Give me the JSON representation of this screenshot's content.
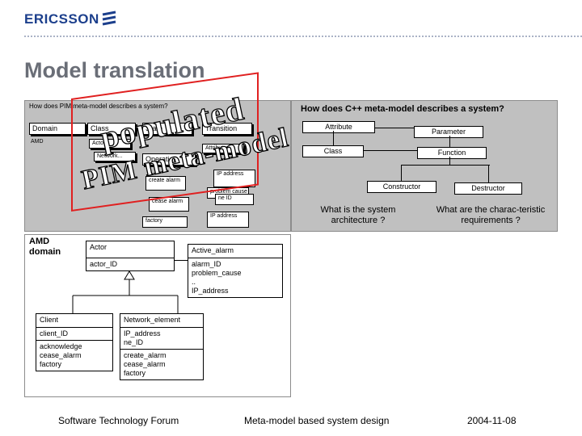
{
  "header": {
    "brand": "ERICSSON",
    "title": "Model translation"
  },
  "pim_panel": {
    "question": "How does PIM meta-model describes a system?",
    "columns": [
      "Domain",
      "Class",
      "State",
      "Transition"
    ],
    "domain_value": "AMD",
    "class_items": [
      "Actor",
      "Network..."
    ],
    "transition_items": [
      "Attribute",
      "Operation"
    ],
    "operation_items": [
      "create alarm",
      "cease alarm",
      "factory"
    ],
    "attribute_items": [
      "IP address",
      "problem cause",
      "ne ID",
      "IP address"
    ],
    "overlay": [
      "populated",
      "PIM meta-model"
    ]
  },
  "cpp_panel": {
    "question": "How does C++ meta-model describes a system?",
    "nodes": [
      "Attribute",
      "Parameter",
      "Class",
      "Function",
      "Constructor",
      "Destructor"
    ],
    "q1": "What is the system architecture ?",
    "q2": "What are the charac-teristic requirements ?"
  },
  "amd_panel": {
    "label": "AMD domain",
    "actor": {
      "name": "Actor",
      "attrs": "actor_ID"
    },
    "active_alarm": {
      "name": "Active_alarm",
      "attrs": "alarm_ID\nproblem_cause\n..\nIP_address"
    },
    "client": {
      "name": "Client",
      "attrs": "client_ID",
      "ops": "acknowledge\ncease_alarm\nfactory"
    },
    "network_element": {
      "name": "Network_element",
      "attrs": "IP_address\nne_ID",
      "ops": "create_alarm\ncease_alarm\nfactory"
    }
  },
  "footer": {
    "left": "Software Technology Forum",
    "center": "Meta-model based system design",
    "right": "2004-11-08"
  },
  "colors": {
    "brand": "#1c3f8c",
    "title": "#6a6e77",
    "panel_grey": "#c0c0c0",
    "highlight": "#e02020"
  }
}
